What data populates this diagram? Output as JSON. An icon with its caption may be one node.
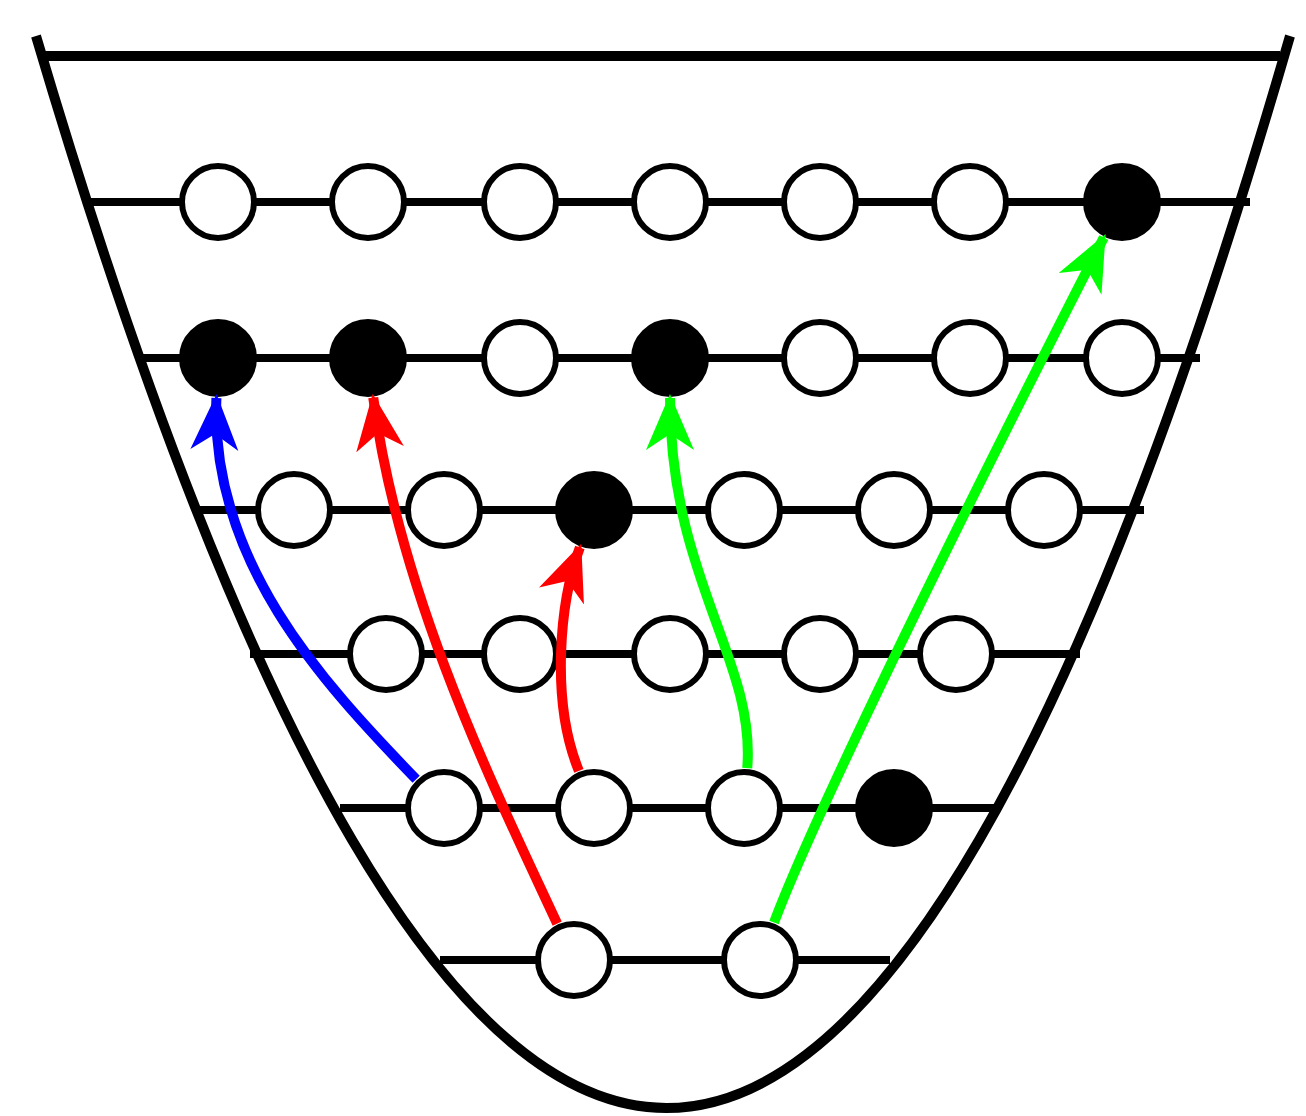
{
  "diagram": {
    "nodes": [
      {
        "text": [],
        "shape": "circle"
      },
      {
        "text": [],
        "shape": "circle"
      },
      {
        "text": [],
        "shape": "circle"
      },
      {
        "text": [],
        "shape": "circle"
      },
      {
        "text": [],
        "shape": "circle"
      },
      {
        "text": [],
        "shape": "circle"
      },
      {
        "text": [],
        "shape": "circle"
      },
      {
        "text": [],
        "shape": "circle"
      },
      {
        "text": [],
        "shape": "circle"
      },
      {
        "text": [],
        "shape": "circle"
      },
      {
        "text": [],
        "shape": "circle"
      },
      {
        "text": [],
        "shape": "circle"
      },
      {
        "text": [],
        "shape": "circle"
      },
      {
        "text": [],
        "shape": "circle"
      },
      {
        "text": [],
        "shape": "circle"
      },
      {
        "text": [],
        "shape": "circle"
      },
      {
        "text": [],
        "shape": "circle"
      },
      {
        "text": [],
        "shape": "circle"
      },
      {
        "text": [],
        "shape": "circle"
      },
      {
        "text": [],
        "shape": "circle"
      },
      {
        "text": [],
        "shape": "circle"
      },
      {
        "text": [],
        "shape": "circle"
      },
      {
        "text": [],
        "shape": "circle"
      },
      {
        "text": [],
        "shape": "circle"
      },
      {
        "text": [],
        "shape": "circle"
      },
      {
        "text": [],
        "shape": "circle"
      },
      {
        "text": [],
        "shape": "circle"
      },
      {
        "text": [],
        "shape": "circle"
      },
      {
        "text": [],
        "shape": "circle"
      },
      {
        "text": [],
        "shape": "circle"
      },
      {
        "text": [],
        "shape": "circle"
      }
    ],
    "edges": [
      {
        "from": 25,
        "to": 7,
        "arrow": "to",
        "color": "#0000ff"
      },
      {
        "from": 29,
        "to": 8,
        "arrow": "to",
        "color": "#ff0000"
      },
      {
        "from": 26,
        "to": 16,
        "arrow": "to",
        "color": "#ff0000"
      },
      {
        "from": 27,
        "to": 10,
        "arrow": "to",
        "color": "#00ff00"
      },
      {
        "from": 30,
        "to": 6,
        "arrow": "to",
        "color": "#00ff00"
      }
    ]
  }
}
